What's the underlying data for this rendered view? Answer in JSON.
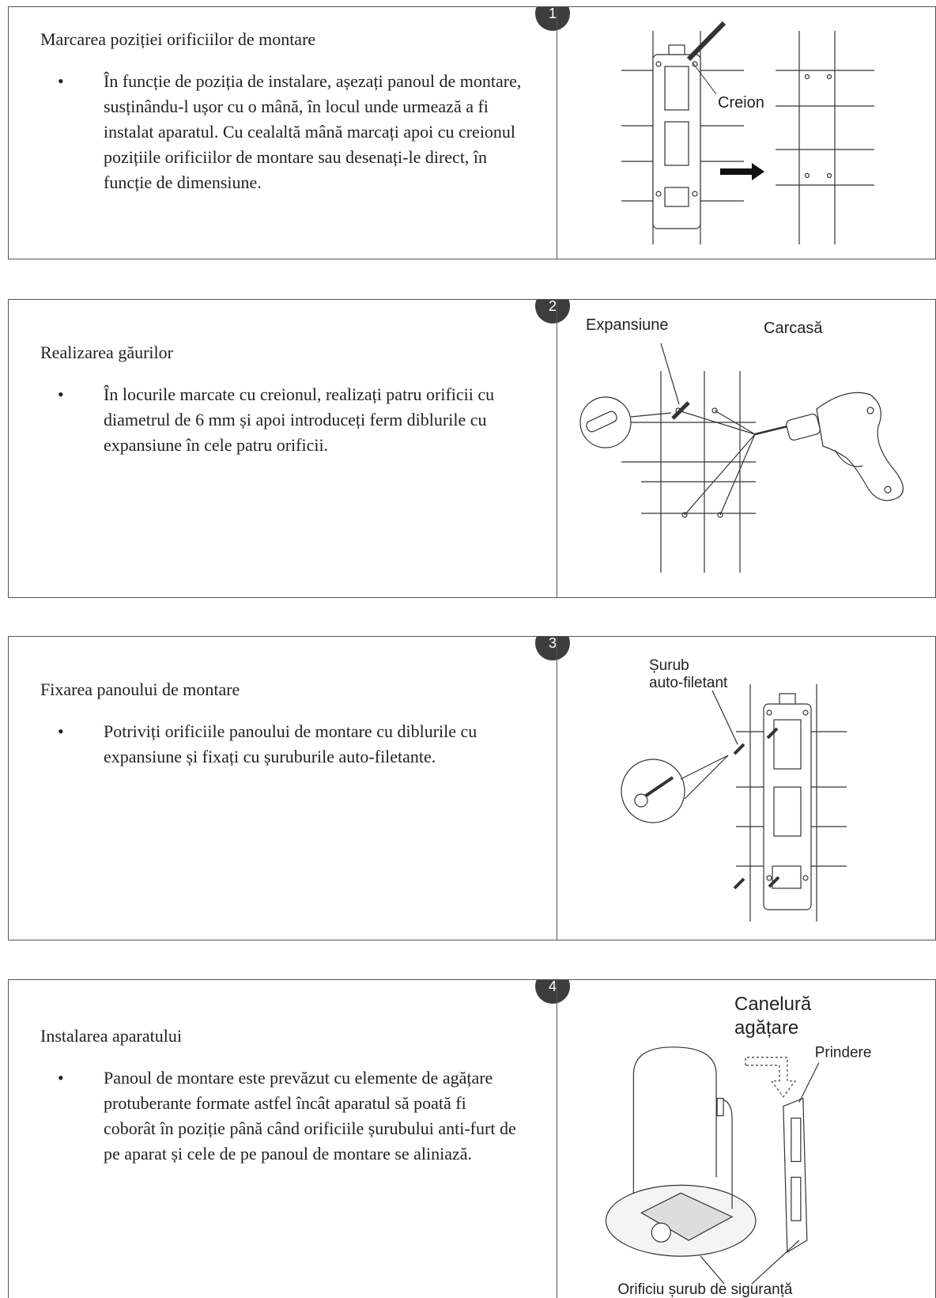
{
  "steps": [
    {
      "number": "1",
      "title": "Marcarea poziției orificiilor de montare",
      "text": "În funcție de poziția de instalare, așezați panoul de montare, susținându-l ușor cu o mână, în locul unde urmează a fi instalat aparatul. Cu cealaltă mână marcați apoi cu creionul pozițiile orificiilor de montare sau desenați-le direct, în funcție de dimensiune.",
      "labels": {
        "pencil": "Creion"
      }
    },
    {
      "number": "2",
      "title": "Realizarea găurilor",
      "text": "În locurile marcate cu creionul, realizați patru orificii cu diametrul de 6 mm și apoi introduceți ferm diblurile cu expansiune în cele patru orificii.",
      "labels": {
        "expansion": "Expansiune",
        "housing": "Carcasă"
      }
    },
    {
      "number": "3",
      "title": "Fixarea panoului de montare",
      "text": "Potriviți orificiile panoului de montare cu diblurile cu expansiune și fixați cu șuruburile auto-filetante.",
      "labels": {
        "screw_line1": "Șurub",
        "screw_line2": "auto-filetant"
      }
    },
    {
      "number": "4",
      "title": "Instalarea aparatului",
      "text": "Panoul de montare este prevăzut cu elemente de agățare protuberante formate astfel încât aparatul să poată fi coborât în poziție până când orificiile șurubului anti-furt de pe aparat și cele de pe panoul de montare se aliniază.",
      "labels": {
        "groove_line1": "Canelură",
        "groove_line2": "agățare",
        "catch": "Prindere",
        "hole": "Orificiu șurub de siguranță"
      }
    }
  ],
  "bullet_symbol": "•"
}
